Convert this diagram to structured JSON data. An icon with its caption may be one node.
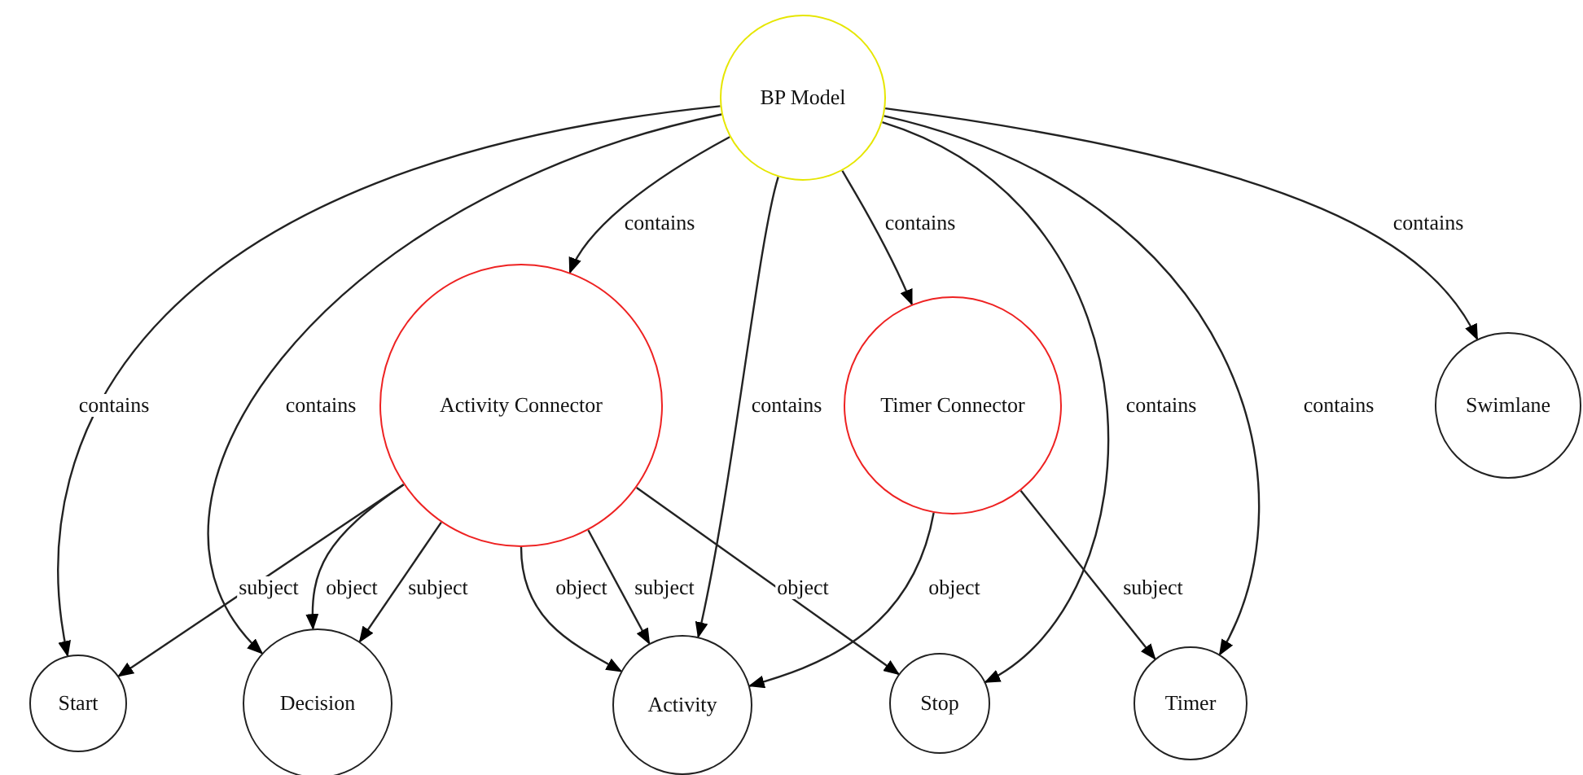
{
  "diagram": {
    "nodes": [
      {
        "text": [
          "BP Model"
        ]
      },
      {
        "text": [
          "Activity Connector"
        ]
      },
      {
        "text": [
          "Timer Connector"
        ]
      },
      {
        "text": [
          "Swimlane"
        ]
      },
      {
        "text": [
          "Start"
        ]
      },
      {
        "text": [
          "Decision"
        ]
      },
      {
        "text": [
          "Activity"
        ]
      },
      {
        "text": [
          "Stop"
        ]
      },
      {
        "text": [
          "Timer"
        ]
      }
    ],
    "edges": [
      {
        "from": 0,
        "to": 4,
        "arrow": "to",
        "label": "contains"
      },
      {
        "from": 0,
        "to": 5,
        "arrow": "to",
        "label": "contains"
      },
      {
        "from": 0,
        "to": 1,
        "arrow": "to",
        "label": "contains"
      },
      {
        "from": 0,
        "to": 6,
        "arrow": "to",
        "label": "contains"
      },
      {
        "from": 0,
        "to": 2,
        "arrow": "to",
        "label": "contains"
      },
      {
        "from": 0,
        "to": 7,
        "arrow": "to",
        "label": "contains"
      },
      {
        "from": 0,
        "to": 8,
        "arrow": "to",
        "label": "contains"
      },
      {
        "from": 0,
        "to": 3,
        "arrow": "to",
        "label": "contains"
      },
      {
        "from": 1,
        "to": 4,
        "arrow": "to",
        "label": "subject"
      },
      {
        "from": 1,
        "to": 5,
        "arrow": "to",
        "label": "object"
      },
      {
        "from": 1,
        "to": 5,
        "arrow": "to",
        "label": "subject"
      },
      {
        "from": 1,
        "to": 6,
        "arrow": "to",
        "label": "object"
      },
      {
        "from": 1,
        "to": 6,
        "arrow": "to",
        "label": "subject"
      },
      {
        "from": 1,
        "to": 7,
        "arrow": "to",
        "label": "object"
      },
      {
        "from": 2,
        "to": 6,
        "arrow": "to",
        "label": "object"
      },
      {
        "from": 2,
        "to": 8,
        "arrow": "to",
        "label": "subject"
      }
    ]
  }
}
